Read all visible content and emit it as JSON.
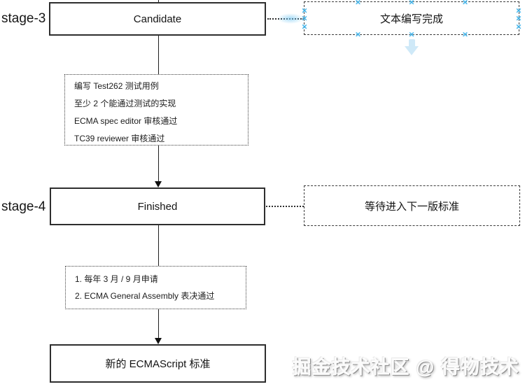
{
  "flow": {
    "stage3": {
      "label": "stage-3",
      "node": "Candidate",
      "note": "文本编写完成",
      "criteria": [
        "编写 Test262 测试用例",
        "至少 2 个能通过测试的实现",
        "ECMA spec editor 审核通过",
        "TC39 reviewer 审核通过"
      ]
    },
    "stage4": {
      "label": "stage-4",
      "node": "Finished",
      "note": "等待进入下一版标准",
      "steps": [
        "1. 每年 3 月 / 9 月申请",
        "2. ECMA General Assembly 表决通过"
      ]
    },
    "final_node": "新的 ECMAScript 标准"
  },
  "icons": {
    "connection_point": "×",
    "direction_hint": "down-arrow"
  },
  "colors": {
    "node_border": "#2e2e2e",
    "handle_blue": "#3ab0e8",
    "hint_arrow_blue": "#cfe9f8"
  },
  "watermark": "掘金技术社区 @ 得物技术"
}
